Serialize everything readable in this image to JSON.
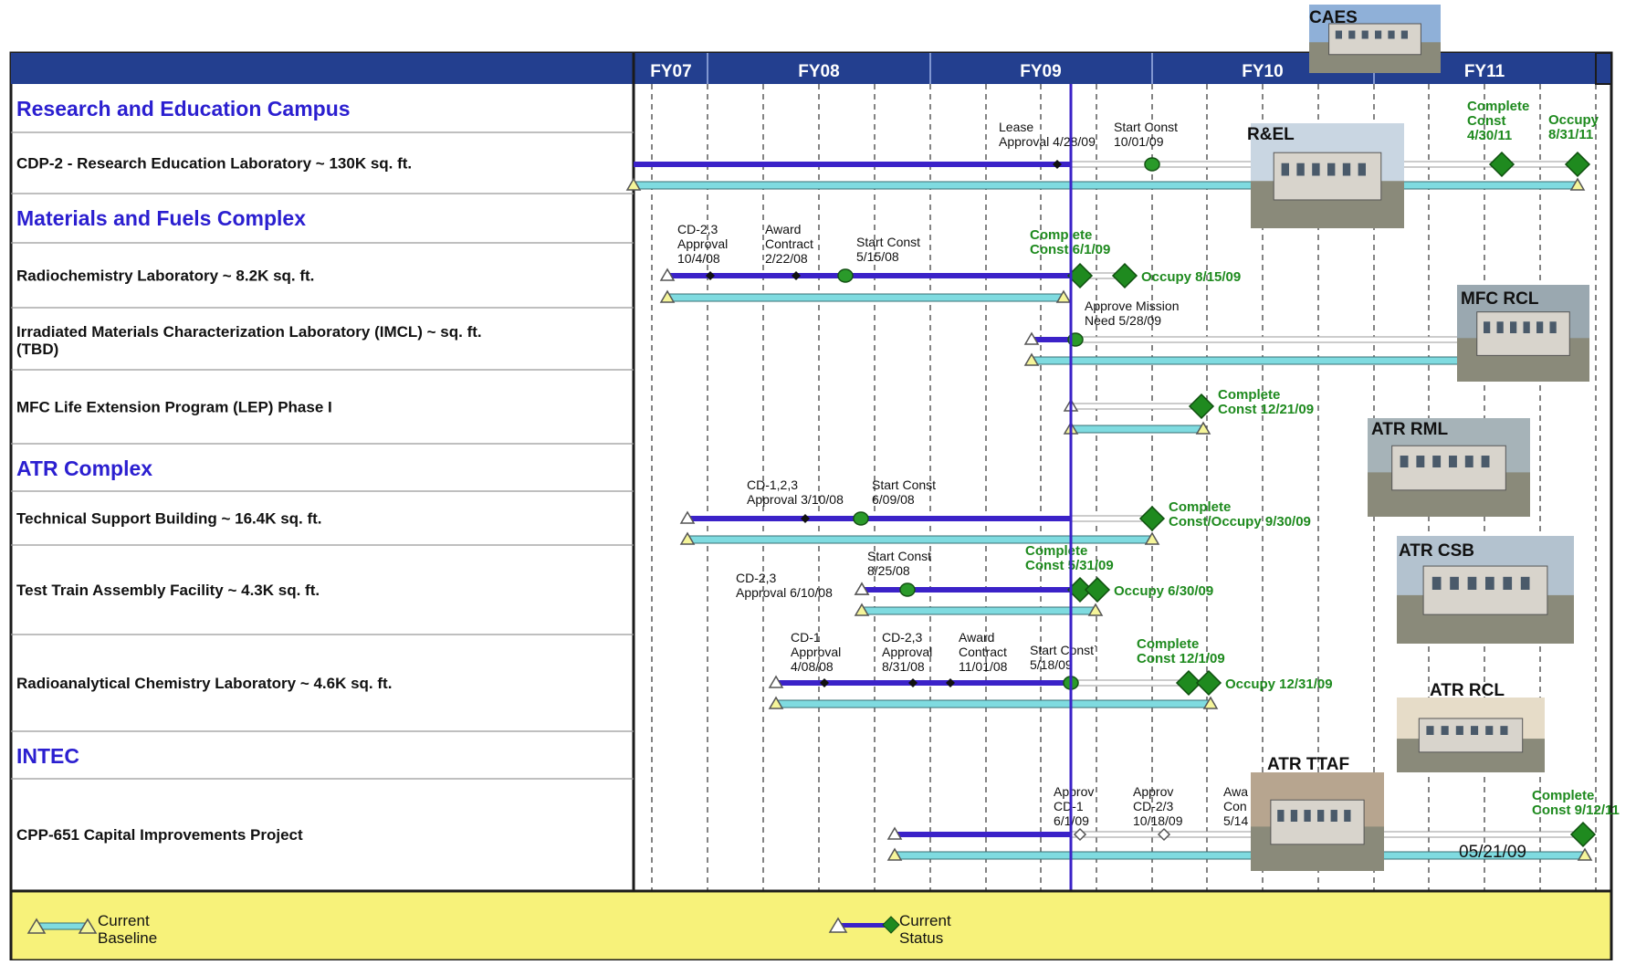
{
  "chart_data": {
    "type": "gantt",
    "title": "",
    "fiscal_years": [
      "FY07",
      "FY08",
      "FY09",
      "FY10",
      "FY11"
    ],
    "status_date": "05/21/09",
    "legend": [
      {
        "key": "baseline",
        "label_line1": "Current",
        "label_line2": "Baseline",
        "color": "#7fdbe0"
      },
      {
        "key": "status",
        "label_line1": "Current",
        "label_line2": "Status",
        "color": "#3b22c8"
      }
    ],
    "sections": [
      {
        "name": "Research and Education Campus",
        "projects": [
          {
            "name": "CDP-2 - Research Education Laboratory ~ 130K sq. ft.",
            "milestones": [
              {
                "lines": [
                  "Lease",
                  "Approval 4/28/09"
                ],
                "date": "4/28/09",
                "type": "status-small",
                "style": "plain"
              },
              {
                "lines": [
                  "Start Const",
                  "10/01/09"
                ],
                "date": "10/01/09",
                "type": "circle",
                "style": "plain"
              },
              {
                "lines": [
                  "Complete",
                  "Const",
                  "4/30/11"
                ],
                "date": "4/30/11",
                "type": "diamond",
                "style": "green"
              },
              {
                "lines": [
                  "Occupy",
                  "8/31/11"
                ],
                "date": "8/31/11",
                "type": "diamond",
                "style": "green"
              }
            ]
          }
        ]
      },
      {
        "name": "Materials and Fuels Complex",
        "projects": [
          {
            "name": "Radiochemistry Laboratory ~ 8.2K sq. ft.",
            "milestones": [
              {
                "lines": [
                  "CD-2,3",
                  "Approval",
                  "10/4/08"
                ],
                "date": "10/4/08",
                "type": "status-small",
                "style": "plain"
              },
              {
                "lines": [
                  "Award",
                  "Contract",
                  "2/22/08"
                ],
                "date": "2/22/08",
                "type": "status-small",
                "style": "plain"
              },
              {
                "lines": [
                  "Start Const",
                  "5/15/08"
                ],
                "date": "5/15/08",
                "type": "circle",
                "style": "plain"
              },
              {
                "lines": [
                  "Complete",
                  "Const 6/1/09"
                ],
                "date": "6/1/09",
                "type": "diamond",
                "style": "green"
              },
              {
                "lines": [
                  "Occupy 8/15/09"
                ],
                "date": "8/15/09",
                "type": "diamond",
                "style": "green"
              }
            ]
          },
          {
            "name": "Irradiated Materials Characterization Laboratory (IMCL) ~ sq. ft. (TBD)",
            "milestones": [
              {
                "lines": [
                  "Approve Mission",
                  "Need 5/28/09"
                ],
                "date": "5/28/09",
                "type": "circle",
                "style": "plain"
              }
            ]
          },
          {
            "name": "MFC Life Extension Program (LEP) Phase I",
            "milestones": [
              {
                "lines": [
                  "Complete",
                  "Const 12/21/09"
                ],
                "date": "12/21/09",
                "type": "diamond",
                "style": "green"
              }
            ]
          }
        ]
      },
      {
        "name": "ATR Complex",
        "projects": [
          {
            "name": "Technical Support Building ~ 16.4K sq. ft.",
            "milestones": [
              {
                "lines": [
                  "CD-1,2,3",
                  "Approval 3/10/08"
                ],
                "date": "3/10/08",
                "type": "status-small",
                "style": "plain"
              },
              {
                "lines": [
                  "Start Const",
                  "6/09/08"
                ],
                "date": "6/09/08",
                "type": "circle",
                "style": "plain"
              },
              {
                "lines": [
                  "Complete",
                  "Const/Occupy 9/30/09"
                ],
                "date": "9/30/09",
                "type": "diamond",
                "style": "green"
              }
            ]
          },
          {
            "name": "Test Train Assembly Facility ~ 4.3K sq. ft.",
            "milestones": [
              {
                "lines": [
                  "CD-2,3",
                  "Approval 6/10/08"
                ],
                "date": "6/10/08",
                "type": "triangle",
                "style": "plain"
              },
              {
                "lines": [
                  "Start Const",
                  "8/25/08"
                ],
                "date": "8/25/08",
                "type": "circle",
                "style": "plain"
              },
              {
                "lines": [
                  "Complete",
                  "Const 5/31/09"
                ],
                "date": "5/31/09",
                "type": "diamond",
                "style": "green"
              },
              {
                "lines": [
                  "Occupy 6/30/09"
                ],
                "date": "6/30/09",
                "type": "diamond",
                "style": "green"
              }
            ]
          },
          {
            "name": "Radioanalytical Chemistry Laboratory ~ 4.6K sq. ft.",
            "milestones": [
              {
                "lines": [
                  "CD-1",
                  "Approval",
                  "4/08/08"
                ],
                "date": "4/08/08",
                "type": "status-small",
                "style": "plain"
              },
              {
                "lines": [
                  "CD-2,3",
                  "Approval",
                  "8/31/08"
                ],
                "date": "8/31/08",
                "type": "status-small",
                "style": "plain"
              },
              {
                "lines": [
                  "Award",
                  "Contract",
                  "11/01/08"
                ],
                "date": "11/01/08",
                "type": "status-small",
                "style": "plain"
              },
              {
                "lines": [
                  "Start Const`",
                  "5/18/09"
                ],
                "date": "5/18/09",
                "type": "circle",
                "style": "plain"
              },
              {
                "lines": [
                  "Complete",
                  "Const 12/1/09"
                ],
                "date": "12/1/09",
                "type": "diamond",
                "style": "green"
              },
              {
                "lines": [
                  "Occupy 12/31/09"
                ],
                "date": "12/31/09",
                "type": "diamond",
                "style": "green"
              }
            ]
          }
        ]
      },
      {
        "name": "INTEC",
        "projects": [
          {
            "name": "CPP-651 Capital Improvements Project",
            "milestones": [
              {
                "lines": [
                  "Approv",
                  "CD-1",
                  "6/1/09"
                ],
                "date": "6/1/09",
                "type": "open-diamond",
                "style": "plain"
              },
              {
                "lines": [
                  "Approv",
                  "CD-2/3",
                  "10/18/09"
                ],
                "date": "10/18/09",
                "type": "open-diamond",
                "style": "plain"
              },
              {
                "lines": [
                  "Awa",
                  "Con",
                  "5/14"
                ],
                "date": "5/14",
                "type": "none",
                "style": "plain"
              },
              {
                "lines": [
                  "Complete",
                  "Const 9/12/11"
                ],
                "date": "9/12/11",
                "type": "diamond",
                "style": "green"
              }
            ]
          }
        ]
      }
    ],
    "photos": [
      "CAES",
      "R&EL",
      "MFC RCL",
      "ATR RML",
      "ATR CSB",
      "ATR RCL",
      "ATR TTAF"
    ]
  },
  "colors": {
    "header_bg": "#233f8f",
    "status_line": "#3b22c8",
    "baseline_fill": "#7fdbe0",
    "milestone_green": "#1f8a1f",
    "legend_bg": "#f7f27a",
    "label_blue": "#2b1fd0"
  }
}
